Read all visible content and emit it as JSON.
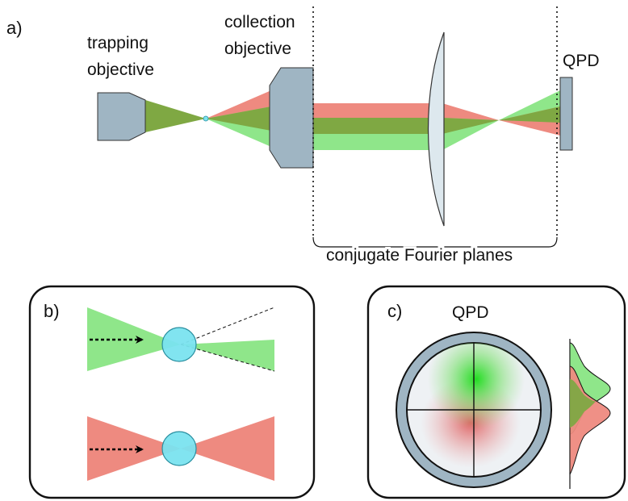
{
  "panel_a": {
    "label": "a)",
    "trapping_objective_line1": "trapping",
    "trapping_objective_line2": "objective",
    "collection_objective_line1": "collection",
    "collection_objective_line2": "objective",
    "qpd_label": "QPD",
    "fourier_planes_label": "conjugate Fourier planes"
  },
  "panel_b": {
    "label": "b)"
  },
  "panel_c": {
    "label": "c)",
    "qpd_label": "QPD"
  },
  "colors": {
    "green": "#8fe68a",
    "red": "#ee8a80",
    "overlap": "#7fa843",
    "optics": "#9fb5c3",
    "bead": "#7ae3ef",
    "lens": "#dde8ee"
  }
}
